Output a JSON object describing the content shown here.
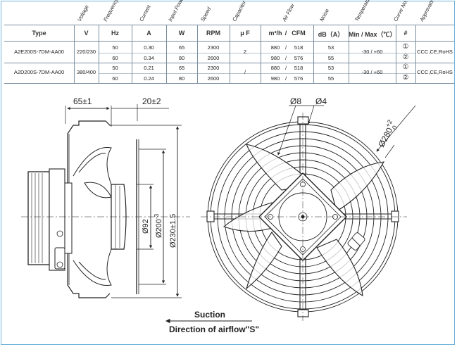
{
  "header_columns": {
    "voltage": "Voltage",
    "frequency": "Frequency",
    "current": "Current",
    "input_power": "Input Power",
    "speed": "Speed",
    "capacitor": "Capacitor",
    "air_flow": "Air Flow",
    "noise": "Noise",
    "temperature": "Temperature",
    "curve_no": "Curve No.",
    "approvals": "Approvals"
  },
  "units_row": {
    "type": "Type",
    "voltage": "V",
    "frequency": "Hz",
    "current": "A",
    "input_power": "W",
    "speed": "RPM",
    "capacitor": "μ F",
    "airflow_m3h": "m³/h",
    "airflow_sep": "/",
    "airflow_cfm": "CFM",
    "noise": "dB（A）",
    "temperature": "Min / Max（℃）",
    "curve_no": "#"
  },
  "models": [
    {
      "type": "A2E200S-7DM-AA00",
      "voltage": "220/230",
      "capacitor": "2",
      "temperature": "-30 / +60",
      "approvals": "CCC,CE,RoHS",
      "rows": [
        {
          "hz": "50",
          "a": "0.30",
          "w": "65",
          "rpm": "2300",
          "m3h": "880",
          "sep": "/",
          "cfm": "518",
          "db": "53",
          "curve": "①"
        },
        {
          "hz": "60",
          "a": "0.34",
          "w": "80",
          "rpm": "2600",
          "m3h": "980",
          "sep": "/",
          "cfm": "576",
          "db": "55",
          "curve": "②"
        }
      ]
    },
    {
      "type": "A2D200S-7DM-AA00",
      "voltage": "380/400",
      "capacitor": "/",
      "temperature": "-30 / +60",
      "approvals": "CCC,CE,RoHS",
      "rows": [
        {
          "hz": "50",
          "a": "0.21",
          "w": "65",
          "rpm": "2300",
          "m3h": "880",
          "sep": "/",
          "cfm": "518",
          "db": "53",
          "curve": "①"
        },
        {
          "hz": "60",
          "a": "0.24",
          "w": "80",
          "rpm": "2600",
          "m3h": "980",
          "sep": "/",
          "cfm": "576",
          "db": "55",
          "curve": "②"
        }
      ]
    }
  ],
  "drawing": {
    "side_view": {
      "dim_depth": "65±1",
      "dim_offset": "20±2",
      "dim_hub_dia": "Ø92",
      "dim_ring_dia_base": "Ø200",
      "dim_ring_dia_tol": "-3",
      "dim_guard_dia": "Ø230±1.5"
    },
    "front_view": {
      "dim_hole": "Ø8",
      "dim_slot": "Ø4",
      "dim_outer_base": "Ø280",
      "dim_outer_tol_upper": "+2",
      "dim_outer_tol_lower": "0"
    },
    "caption_suction": "Suction",
    "caption_airflow": "Direction of airflow\"S\""
  }
}
